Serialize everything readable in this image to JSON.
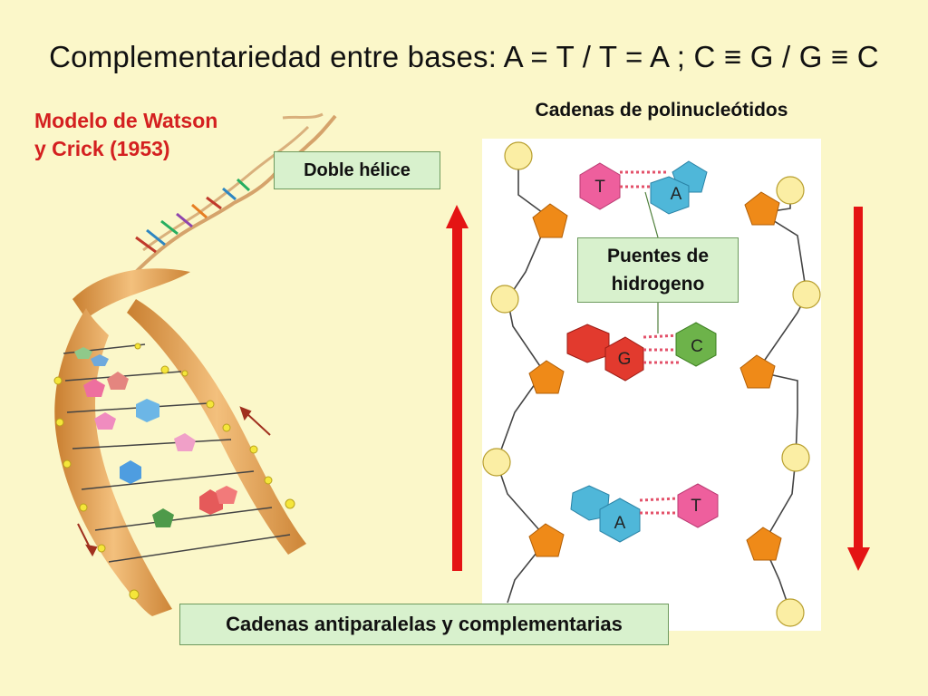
{
  "title": "Complementariedad entre bases: A = T / T = A ; C ≡ G / G ≡ C",
  "model_label_line1": "Modelo de Watson",
  "model_label_line2": "y Crick (1953)",
  "helix_box": "Doble hélice",
  "chains_title": "Cadenas de polinucleótidos",
  "bridges_box_line1": "Puentes de",
  "bridges_box_line2": "hidrogeno",
  "antiparallel_box": "Cadenas antiparalelas y complementarias",
  "bases": {
    "pair1_left": "T",
    "pair1_right": "A",
    "pair2_left": "G",
    "pair2_right": "C",
    "pair3_left": "A",
    "pair3_right": "T"
  },
  "colors": {
    "background": "#fbf7c9",
    "label_red": "#d42020",
    "arrow_red": "#e41414",
    "box_green": "#d8f1cd",
    "thymine_pink": "#ee5f9d",
    "adenine_blue": "#4fb7d9",
    "guanine_red": "#e23a2e",
    "cytosine_green": "#6db34a",
    "sugar_orange": "#ef8a18",
    "phosphate_yellow": "#fbeea4",
    "helix_ribbon": "#e9a85a"
  }
}
